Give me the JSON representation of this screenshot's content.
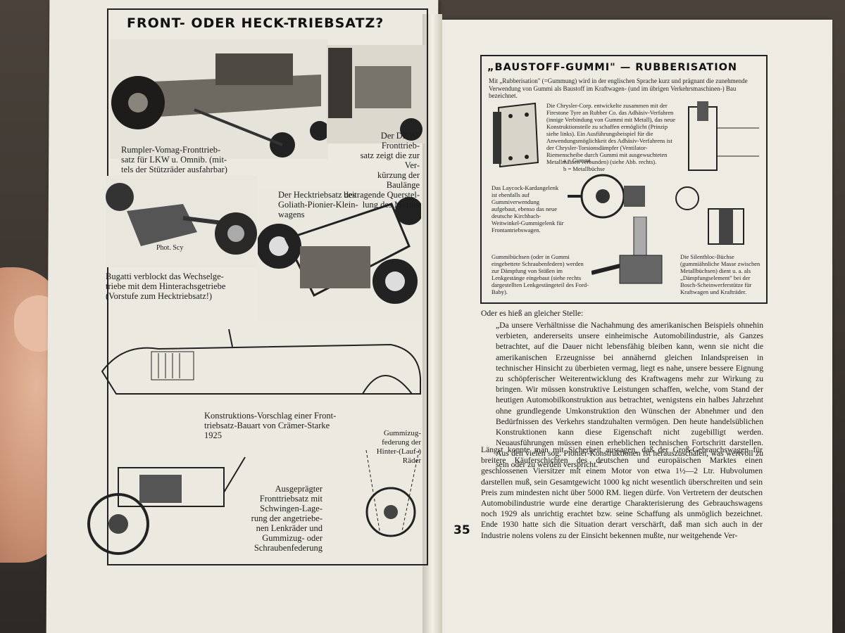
{
  "left_page": {
    "title": "FRONT- ODER HECK-TRIEBSATZ?",
    "captions": [
      "Rumpler-Vomag-Fronttrieb-",
      "satz für LKW u. Omnib. (mit-",
      "tels der Stützräder ausfahrbar)",
      "Der DKW-Fronttrieb-",
      "satz zeigt die zur Ver-",
      "kürzung der Baulänge",
      "beitragende Querstel-",
      "lung des Motors",
      "Der Hecktriebsatz des",
      "Goliath-Pionier-Klein-",
      "wagens",
      "Phot. Scy",
      "Bugatti verblockt das Wechselge-",
      "triebe mit dem Hinterachsgetriebe",
      "(Vorstufe zum Hecktriebsatz!)",
      "Konstruktions-Vorschlag einer Front-",
      "triebsatz-Bauart von Crämer-Starke",
      "1925",
      "Gummizug-",
      "federung der",
      "Hinter-(Lauf-)",
      "Räder",
      "Ausgeprägter",
      "Fronttriebsatz mit",
      "Schwingen-Lage-",
      "rung der angetriebe-",
      "nen Lenkräder und",
      "Gummizug- oder",
      "Schraubenfederung"
    ]
  },
  "right_page": {
    "box_title": "„BAUSTOFF-GUMMI\" — RUBBERISATION",
    "box_intro": "Mit „Rubberisation\" (=Gummung) wird in der englischen Sprache kurz und prägnant die zunehmende Verwendung von Gummi als Baustoff im Kraftwagen- (und im übrigen Verkehrsmaschinen-) Bau bezeichnet.",
    "box_chrysler": "Die Chrysler-Corp. entwickelte zusammen mit der Firestone Tyre an Rubber Co. das Adhäsiv-Verfahren (innige Verbindung von Gummi mit Metall), das neue Konstruktionsteile zu schaffen ermöglicht (Prinzip siehe links). Ein Ausführungsbeispiel für die Anwendungsmöglichkeit des Adhäsiv-Verfahrens ist der Chrysler-Torsionsdämpfer (Ventilator-Riemenscheibe durch Gummi mit ausgewuchteten Metallmassen verbunden) (siehe Abb. rechts).",
    "box_legend_a": "a = Gummi",
    "box_legend_b": "b = Metallbüchse",
    "box_laycock": "Das Laycock-Kardangelenk ist ebenfalls auf Gummiverwendung aufgebaut, ebenso das neue deutsche Kirchbach-Weitwinkel-Gummigelenk für Frontantriebswagen.",
    "box_buchsen": "Gummibüchsen (oder in Gummi eingebettete Schraubenfedern) werden zur Dämpfung von Stößen im Lenkgestänge eingebaut (siehe rechts dargestellten Lenkgestängeteil des Ford-Baby).",
    "box_silent": "Die Silentbloc-Büchse (gummiähnliche Masse zwischen Metallbüchsen) dient u. a. als „Dämpfungselement\" bei der Bosch-Scheinwerferstütze für Kraftwagen und Krafträder.",
    "intro_line": "Oder es hieß an gleicher Stelle:",
    "quote": "„Da unsere Verhältnisse die Nachahmung des amerikanischen Beispiels ohnehin verbieten, andererseits unsere einheimische Automobilindustrie, als Ganzes betrachtet, auf die Dauer nicht lebensfähig bleiben kann, wenn sie nicht die amerikanischen Erzeugnisse bei annähernd gleichen Inlandspreisen in technischer Hinsicht zu überbieten vermag, liegt es nahe, unsere bessere Eignung zu schöpferischer Weiterentwicklung des Kraftwagens mehr zur Wirkung zu bringen. Wir müssen konstruktive Leistungen schaffen, welche, vom Stand der heutigen Automobilkonstruktion aus betrachtet, wenigstens ein halbes Jahrzehnt ohne grundlegende Umkonstruktion den Wünschen der Abnehmer und den Bedürfnissen des Verkehrs standzuhalten vermögen. Den heute handelsüblichen Konstruktionen kann diese Eigenschaft nicht zugebilligt werden. Neuausführungen müssen einen erheblichen technischen Fortschritt darstellen. Aus den vielen sog. Pionier-Konstruktionen ist herauszuschälen, was wertvoll zu sein oder zu werden verspricht.\"",
    "paragraph": "Längst konnte man mit Sicherheit aussagen, daß der Groß-Gebrauchswagen für breitere Käuferschichten des deutschen und europäischen Marktes einen geschlossenen Viersitzer mit einem Motor von etwa 1½—2 Ltr. Hubvolumen darstellen muß, sein Gesamtgewicht 1000 kg nicht wesentlich überschreiten und sein Preis zum mindesten nicht über 5000 RM. liegen dürfe. Von Vertretern der deutschen Automobilindustrie wurde eine derartige Charakterisierung des Gebrauchswagens noch 1929 als unrichtig erachtet bzw. seine Schaffung als unmöglich bezeichnet. Ende 1930 hatte sich die Situation derart verschärft, daß man sich auch in der Industrie nolens volens zu der Einsicht bekennen mußte, nur weitgehende Ver-",
    "page_number": "35"
  }
}
